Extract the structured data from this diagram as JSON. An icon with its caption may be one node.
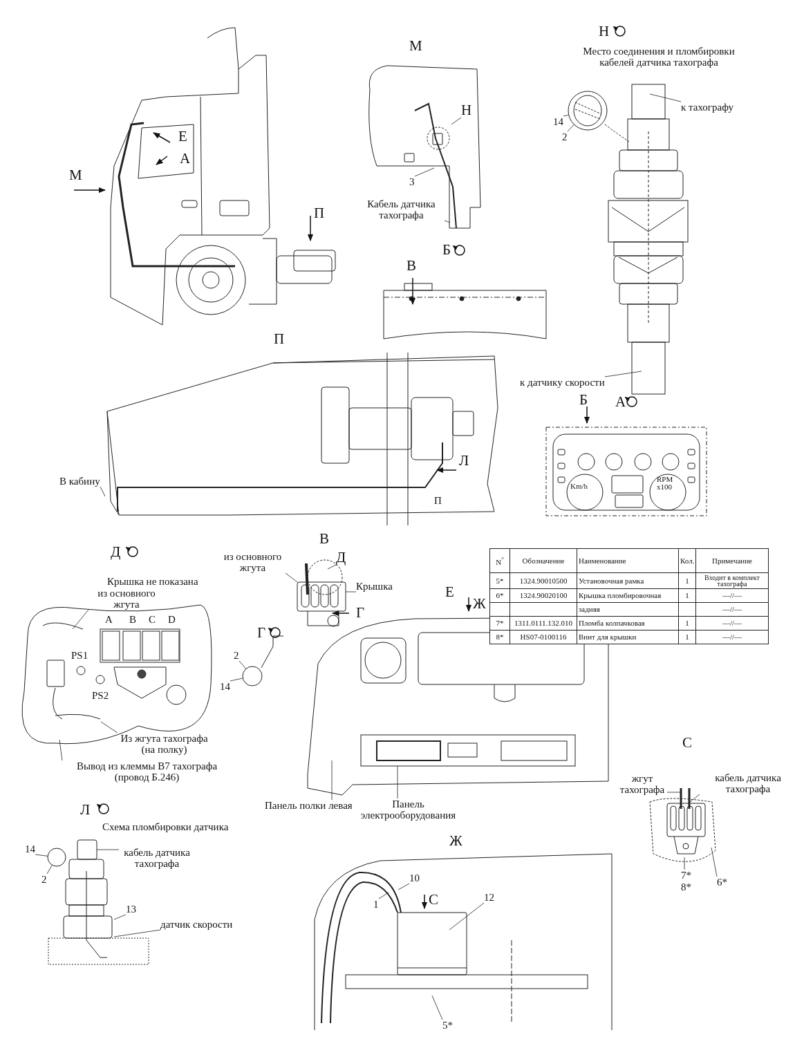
{
  "diagram": {
    "nodes": [
      {
        "text": [
          "Н"
        ]
      },
      {
        "text": [
          "3"
        ]
      },
      {
        "text": [
          "Кабель датчика тахографа"
        ]
      },
      {
        "text": [
          "к тахографу"
        ]
      },
      {
        "text": [
          "14"
        ]
      },
      {
        "text": [
          "2"
        ]
      },
      {
        "text": [
          "к датчику скорости"
        ]
      },
      {
        "text": [
          "В кабину"
        ]
      },
      {
        "text": [
          "из основного жгута"
        ]
      },
      {
        "text": [
          "Из жгута тахографа (на полку)"
        ]
      },
      {
        "text": [
          "Вывод из клеммы B7 тахографа (провод Б.246)"
        ]
      },
      {
        "text": [
          "из основного жгута"
        ]
      },
      {
        "text": [
          "Д"
        ]
      },
      {
        "text": [
          "Крышка"
        ]
      },
      {
        "text": [
          "14"
        ]
      },
      {
        "text": [
          "2"
        ]
      },
      {
        "text": [
          "14"
        ]
      },
      {
        "text": [
          "2"
        ]
      },
      {
        "text": [
          "кабель датчика тахографа"
        ]
      },
      {
        "text": [
          "13"
        ]
      },
      {
        "text": [
          "датчик скорости"
        ]
      },
      {
        "text": [
          "Панель полки левая"
        ]
      },
      {
        "text": [
          "Панель электрооборудования"
        ]
      },
      {
        "text": [
          "жгут тахографа"
        ]
      },
      {
        "text": [
          "кабель датчика тахографа"
        ]
      },
      {
        "text": [
          "7*"
        ]
      },
      {
        "text": [
          "6*"
        ]
      },
      {
        "text": [
          "10"
        ]
      },
      {
        "text": [
          "1"
        ]
      },
      {
        "text": [
          "12"
        ]
      },
      {
        "text": [
          "5*"
        ]
      },
      {
        "text": [],
        "shape": "circle"
      },
      {
        "text": [],
        "shape": "circle"
      },
      {
        "text": [],
        "shape": "circle"
      },
      {
        "text": [],
        "shape": "box"
      },
      {
        "text": [],
        "shape": "box"
      }
    ],
    "edges": [
      {
        "from": 0,
        "to": null,
        "arrow": "none"
      },
      {
        "from": 1,
        "to": null,
        "arrow": "none"
      },
      {
        "from": 2,
        "to": null,
        "arrow": "none"
      },
      {
        "from": 3,
        "to": null,
        "arrow": "none"
      },
      {
        "from": 4,
        "to": 31,
        "arrow": "none"
      },
      {
        "from": 5,
        "to": 31,
        "arrow": "none"
      },
      {
        "from": 6,
        "to": null,
        "arrow": "none"
      },
      {
        "from": 7,
        "to": null,
        "arrow": "none"
      },
      {
        "from": 8,
        "to": null,
        "arrow": "none"
      },
      {
        "from": 9,
        "to": null,
        "arrow": "none"
      },
      {
        "from": 10,
        "to": null,
        "arrow": "none"
      },
      {
        "from": 11,
        "to": 35,
        "arrow": "none"
      },
      {
        "from": 12,
        "to": null,
        "arrow": "none"
      },
      {
        "from": 13,
        "to": 35,
        "arrow": "none"
      },
      {
        "from": 14,
        "to": 32,
        "arrow": "none"
      },
      {
        "from": 15,
        "to": 32,
        "arrow": "none"
      },
      {
        "from": 16,
        "to": 33,
        "arrow": "none"
      },
      {
        "from": 17,
        "to": 33,
        "arrow": "none"
      },
      {
        "from": 18,
        "to": 34,
        "arrow": "none"
      },
      {
        "from": 19,
        "to": null,
        "arrow": "none"
      },
      {
        "from": 20,
        "to": null,
        "arrow": "none"
      },
      {
        "from": 21,
        "to": null,
        "arrow": "none"
      },
      {
        "from": 22,
        "to": null,
        "arrow": "none"
      },
      {
        "from": 23,
        "to": null,
        "arrow": "none"
      },
      {
        "from": 24,
        "to": null,
        "arrow": "none"
      },
      {
        "from": 25,
        "to": null,
        "arrow": "none"
      },
      {
        "from": 26,
        "to": null,
        "arrow": "none"
      },
      {
        "from": 27,
        "to": null,
        "arrow": "none"
      },
      {
        "from": 28,
        "to": null,
        "arrow": "none"
      },
      {
        "from": 29,
        "to": null,
        "arrow": "none"
      },
      {
        "from": 30,
        "to": null,
        "arrow": "none"
      }
    ],
    "labels": [
      "Н",
      "М",
      "Место соединения и пломбировки кабелей датчика тахографа",
      "Е",
      "А",
      "М",
      "П",
      "Б",
      "В",
      "П",
      "Б",
      "А",
      "Л",
      "П",
      "Km/h",
      "RPM x100",
      "В",
      "Д",
      "Крышка не показана",
      "Г",
      "A",
      "B",
      "C",
      "D",
      "PS1",
      "PS2",
      "Е",
      "Ж",
      "Г",
      "N$^{°}$",
      "Обозначение",
      "Наименование",
      "Кол.",
      "Примечание",
      "5*",
      "1324.90010500",
      "Установочная рамка",
      "1",
      "Входит в комплект тахографа",
      "6*",
      "1324.90020100",
      "Крышка пломбировочная",
      "1",
      "—//—",
      "задняя",
      "—//—",
      "7*",
      "1311.0111.132.010",
      "Пломба колпачковая",
      "1",
      "—//—",
      "8*",
      "HS07-0100116",
      "Винт для крышки",
      "1",
      "—//—",
      "Л",
      "Схема пломбировки датчика",
      "С",
      "Ж",
      "С",
      "8*"
    ]
  }
}
